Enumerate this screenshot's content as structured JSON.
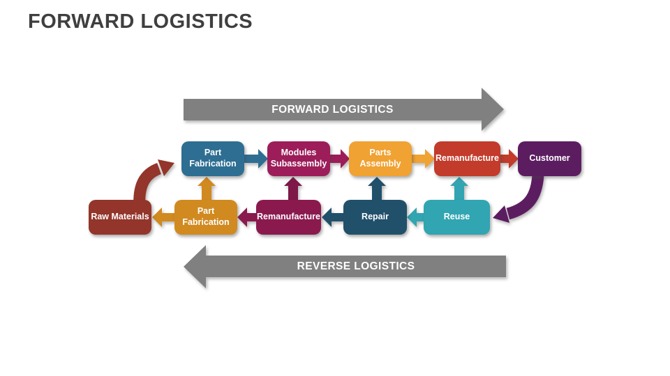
{
  "title": "FORWARD LOGISTICS",
  "banners": {
    "forward": {
      "label": "FORWARD LOGISTICS",
      "color": "#808080"
    },
    "reverse": {
      "label": "REVERSE LOGISTICS",
      "color": "#808080"
    }
  },
  "forward_row": [
    {
      "label": "Part Fabrication",
      "color": "#2E6E92"
    },
    {
      "label": "Modules Subassembly",
      "color": "#9C1D59"
    },
    {
      "label": "Parts Assembly",
      "color": "#F0A232"
    },
    {
      "label": "Remanufacture",
      "color": "#C23B2B"
    },
    {
      "label": "Customer",
      "color": "#5C1D60"
    }
  ],
  "reverse_row": [
    {
      "label": "Raw Materials",
      "color": "#93352A"
    },
    {
      "label": "Part Fabrication",
      "color": "#D18A20"
    },
    {
      "label": "Remanufacture",
      "color": "#8A1A4E"
    },
    {
      "label": "Repair",
      "color": "#21506B"
    },
    {
      "label": "Reuse",
      "color": "#31A5B1"
    }
  ],
  "connectors": {
    "top": [
      {
        "from": "Part Fabrication",
        "to": "Modules Subassembly",
        "color": "#2E6E92"
      },
      {
        "from": "Modules Subassembly",
        "to": "Parts Assembly",
        "color": "#9C1D59"
      },
      {
        "from": "Parts Assembly",
        "to": "Remanufacture",
        "color": "#F0A232"
      },
      {
        "from": "Remanufacture",
        "to": "Customer",
        "color": "#C23B2B"
      }
    ],
    "bottom": [
      {
        "from": "Part Fabrication",
        "to": "Raw Materials",
        "color": "#D18A20"
      },
      {
        "from": "Remanufacture",
        "to": "Part Fabrication",
        "color": "#8A1A4E"
      },
      {
        "from": "Repair",
        "to": "Remanufacture",
        "color": "#21506B"
      },
      {
        "from": "Reuse",
        "to": "Repair",
        "color": "#31A5B1"
      }
    ],
    "up": [
      {
        "from": "Part Fabrication",
        "to": "Part Fabrication",
        "color": "#D18A20"
      },
      {
        "from": "Remanufacture",
        "to": "Modules Subassembly",
        "color": "#7D1848"
      },
      {
        "from": "Repair",
        "to": "Parts Assembly",
        "color": "#21506B"
      },
      {
        "from": "Reuse",
        "to": "Remanufacture",
        "color": "#31A5B1"
      }
    ],
    "curve_left": {
      "from": "Raw Materials",
      "to": "Part Fabrication",
      "color": "#93352A"
    },
    "curve_right": {
      "from": "Customer",
      "to": "Reuse",
      "color": "#5C1D60"
    }
  }
}
